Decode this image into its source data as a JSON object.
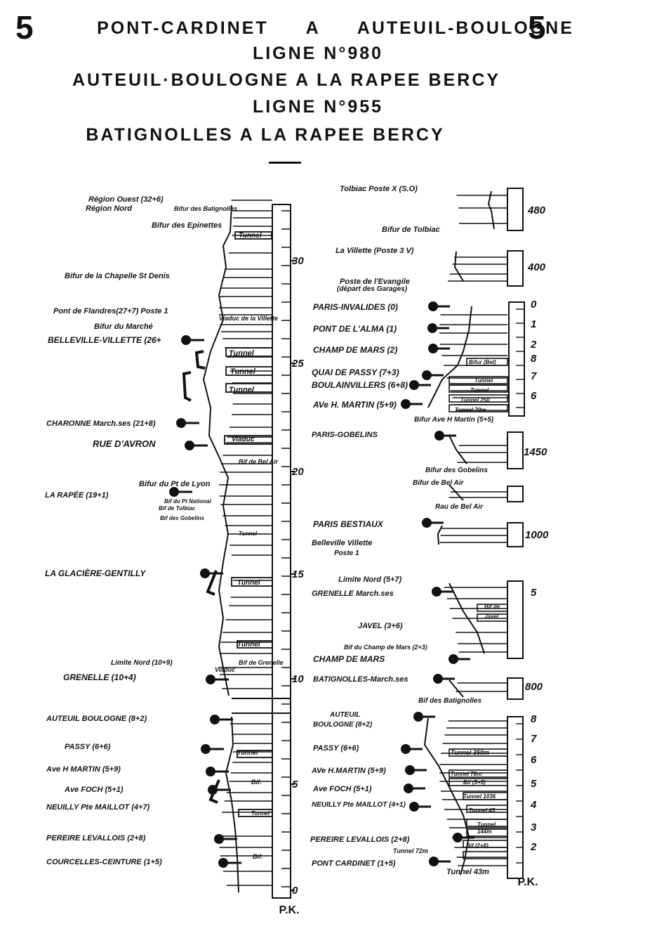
{
  "header": {
    "number": "5",
    "line1_left": "PONT-CARDINET",
    "line1_mid": "A",
    "line1_right": "AUTEUIL-BOULOGNE",
    "line2": "LIGNE N°980",
    "line3": "AUTEUIL·BOULOGNE A LA RAPEE BERCY",
    "line4": "LIGNE N°955",
    "line5": "BATIGNOLLES A LA RAPEE BERCY"
  },
  "left_axis": {
    "label": "P.K.",
    "ticks": [
      {
        "v": "30"
      },
      {
        "v": "25"
      },
      {
        "v": "20"
      },
      {
        "v": "15"
      },
      {
        "v": "10"
      },
      {
        "v": "5"
      },
      {
        "v": "0"
      }
    ]
  },
  "right_axis": {
    "label": "P.K.",
    "ticks": [
      {
        "v": "480"
      },
      {
        "v": "400"
      },
      {
        "v": "0"
      },
      {
        "v": "1"
      },
      {
        "v": "2"
      },
      {
        "v": "8"
      },
      {
        "v": "7"
      },
      {
        "v": "6"
      },
      {
        "v": "1450"
      },
      {
        "v": "1000"
      },
      {
        "v": "5"
      },
      {
        "v": "800"
      },
      {
        "v": "8"
      },
      {
        "v": "7"
      },
      {
        "v": "6"
      },
      {
        "v": "5"
      },
      {
        "v": "4"
      },
      {
        "v": "3"
      },
      {
        "v": "2"
      }
    ]
  },
  "left_labels": [
    {
      "t": "Région Ouest (32+6)"
    },
    {
      "t": "Région Nord"
    },
    {
      "t": "Bifur des Batignolles"
    },
    {
      "t": "Bifur des Epinettes"
    },
    {
      "t": "Tunnel"
    },
    {
      "t": "Bifur de la Chapelle St Denis"
    },
    {
      "t": "Pont de Flandres(27+7) Poste 1"
    },
    {
      "t": "Viaduc de la Villette"
    },
    {
      "t": "Bifur du Marché"
    },
    {
      "t": "BELLEVILLE-VILLETTE (26+"
    },
    {
      "t": "Tunnel"
    },
    {
      "t": "Tunnel"
    },
    {
      "t": "Tunnel"
    },
    {
      "t": "CHARONNE March.ses (21+8)"
    },
    {
      "t": "Viaduc"
    },
    {
      "t": "RUE D'AVRON"
    },
    {
      "t": "Bif de Bel Air"
    },
    {
      "t": "Bifur du Pt de Lyon"
    },
    {
      "t": "LA RAPÉE (19+1)"
    },
    {
      "t": "Bif du Pt National"
    },
    {
      "t": "Bif de Tolbiac"
    },
    {
      "t": "Bif des Gobelins"
    },
    {
      "t": "Tunnel"
    },
    {
      "t": "LA GLACIÈRE-GENTILLY"
    },
    {
      "t": "Tunnel"
    },
    {
      "t": "Tunnel"
    },
    {
      "t": "Limite Nord (10+9)"
    },
    {
      "t": "Bif de Grenelle"
    },
    {
      "t": "Viaduc"
    },
    {
      "t": "GRENELLE (10+4)"
    },
    {
      "t": "AUTEUIL BOULOGNE (8+2)"
    },
    {
      "t": "PASSY (6+6)"
    },
    {
      "t": "Tunnel"
    },
    {
      "t": "Ave H MARTIN (5+9)"
    },
    {
      "t": "Bif."
    },
    {
      "t": "Ave FOCH (5+1)"
    },
    {
      "t": "NEUILLY Pte MAILLOT (4+7)"
    },
    {
      "t": "Tunnel"
    },
    {
      "t": "PEREIRE LEVALLOIS (2+8)"
    },
    {
      "t": "Bif."
    },
    {
      "t": "COURCELLES-CEINTURE (1+5)"
    }
  ],
  "right_labels": [
    {
      "t": "Tolbiac Poste X (S.O)"
    },
    {
      "t": "Bifur de Tolbiac"
    },
    {
      "t": "La Villette (Poste 3 V)"
    },
    {
      "t": "Poste de l'Evangile"
    },
    {
      "t": "(départ des Garages)"
    },
    {
      "t": "PARIS-INVALIDES (0)"
    },
    {
      "t": "PONT DE L'ALMA (1)"
    },
    {
      "t": "CHAMP DE MARS (2)"
    },
    {
      "t": "Bifur (Bel)"
    },
    {
      "t": "QUAI DE PASSY (7+3)"
    },
    {
      "t": "BOULAINVILLERS (6+8)"
    },
    {
      "t": "Tunnel"
    },
    {
      "t": "Tunnel"
    },
    {
      "t": "Tunnel 250"
    },
    {
      "t": "AVe H. MARTIN (5+9)"
    },
    {
      "t": "Tunnel 70m"
    },
    {
      "t": "Bifur Ave H Martin (5+5)"
    },
    {
      "t": "PARIS-GOBELINS"
    },
    {
      "t": "Bifur des Gobelins"
    },
    {
      "t": "Bifur de Bel Air"
    },
    {
      "t": "Rau de Bel Air"
    },
    {
      "t": "PARIS BESTIAUX"
    },
    {
      "t": "Belleville Villette"
    },
    {
      "t": "Poste 1"
    },
    {
      "t": "Limite Nord (5+7)"
    },
    {
      "t": "GRENELLE March.ses"
    },
    {
      "t": "Bif de"
    },
    {
      "t": "Javel"
    },
    {
      "t": "JAVEL (3+6)"
    },
    {
      "t": "Bif du Champ de Mars (2+3)"
    },
    {
      "t": "CHAMP DE MARS"
    },
    {
      "t": "BATIGNOLLES-March.ses"
    },
    {
      "t": "Bif des Batignolles"
    },
    {
      "t": "AUTEUIL"
    },
    {
      "t": "BOULOGNE (8+2)"
    },
    {
      "t": "PASSY (6+6)"
    },
    {
      "t": "Tunnel 350m"
    },
    {
      "t": "AVe H.MARTIN (5+9)"
    },
    {
      "t": "Tunnel 78m"
    },
    {
      "t": "Ave FOCH (5+1)"
    },
    {
      "t": "Bif (5+5)"
    },
    {
      "t": "NEUILLY Pte MAILLOT (4+1)"
    },
    {
      "t": "Tunnel 1036"
    },
    {
      "t": "Tunnel 45"
    },
    {
      "t": "Tunnel"
    },
    {
      "t": "144m"
    },
    {
      "t": "PEREIRE LEVALLOIS (2+8)"
    },
    {
      "t": "Bif (2+8)"
    },
    {
      "t": "Tunnel 72m"
    },
    {
      "t": "PONT CARDINET (1+5)"
    },
    {
      "t": "Tunnel 43m"
    }
  ]
}
